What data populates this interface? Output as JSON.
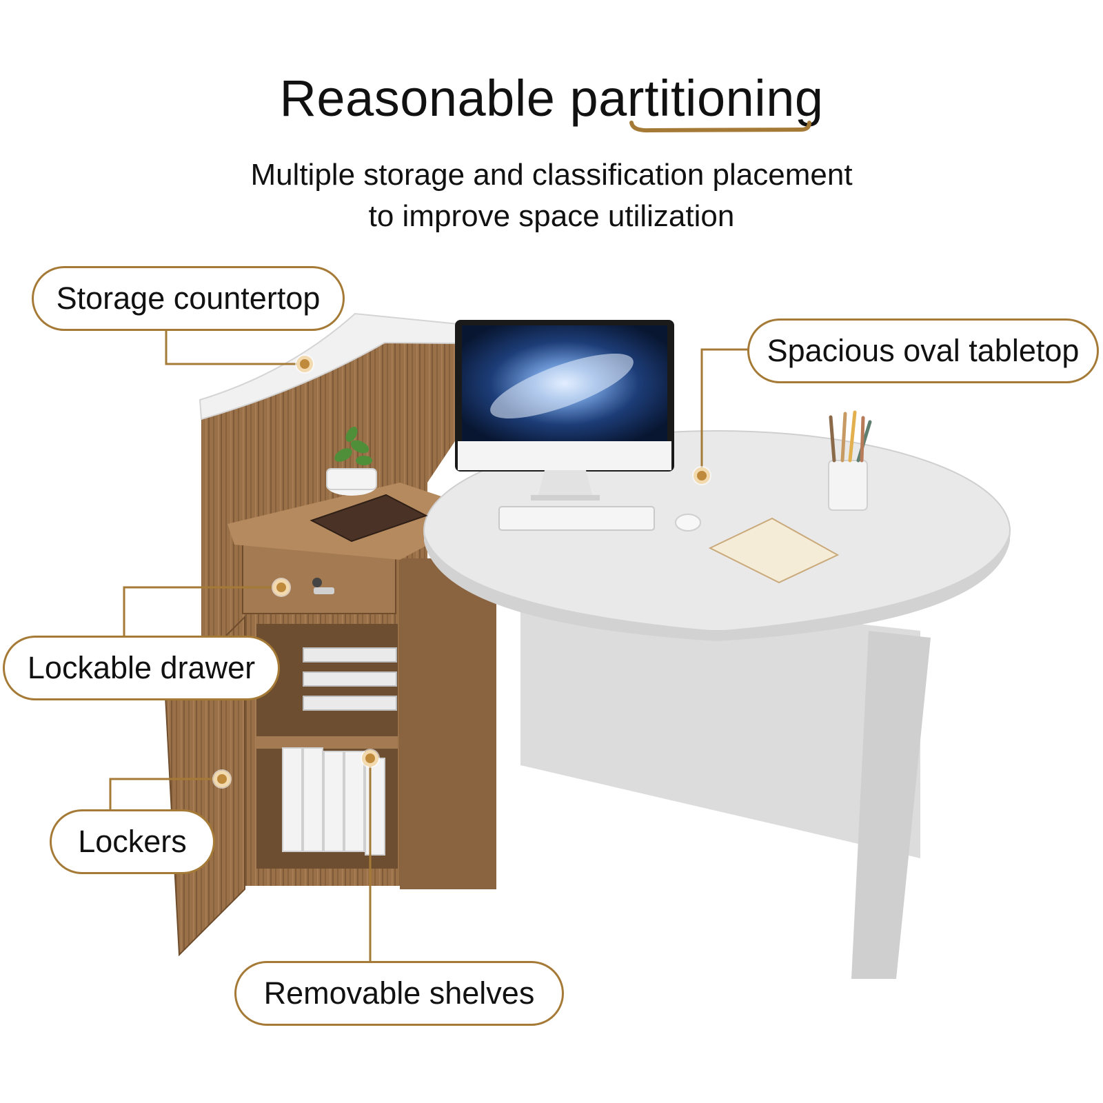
{
  "header": {
    "title": "Reasonable partitioning",
    "subtitle_line1": "Multiple storage and classification placement",
    "subtitle_line2": "to improve space utilization"
  },
  "callouts": {
    "storage_countertop": "Storage countertop",
    "spacious_oval_tabletop": "Spacious oval tabletop",
    "lockable_drawer": "Lockable drawer",
    "lockers": "Lockers",
    "removable_shelves": "Removable shelves"
  },
  "colors": {
    "accent": "#a57a36",
    "dot": "#c08a3c",
    "wood": "#9a7048",
    "table_white": "#e6e6e6"
  }
}
